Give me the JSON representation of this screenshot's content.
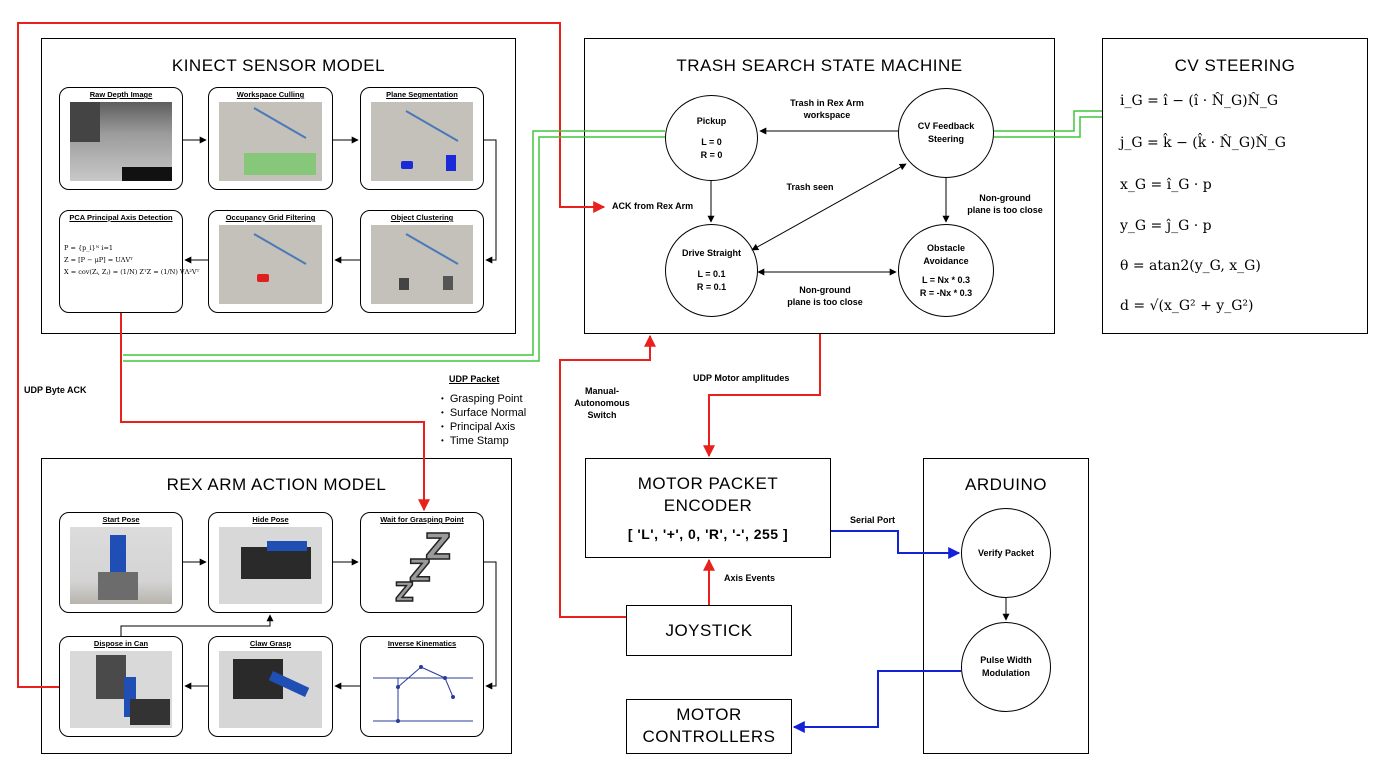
{
  "kinect": {
    "title": "KINECT SENSOR MODEL",
    "panels": [
      "Raw Depth Image",
      "Workspace Culling",
      "Plane Segmentation",
      "PCA Principal Axis Detection",
      "Occupancy Grid Filtering",
      "Object Clustering"
    ],
    "pca_equations": [
      "P = {p_i}ᴺ i=1",
      "Z = [P − μP] = UΛVᵀ",
      "X = cov(Zᵢ, Zⱼ) = (1/N) ZᵀZ = (1/N) VΛ²Vᵀ"
    ]
  },
  "state_machine": {
    "title": "TRASH SEARCH STATE MACHINE",
    "pickup": {
      "name": "Pickup",
      "l": "L = 0",
      "r": "R = 0"
    },
    "cv_feedback": {
      "line1": "CV Feedback",
      "line2": "Steering"
    },
    "drive": {
      "name": "Drive Straight",
      "l": "L = 0.1",
      "r": "R = 0.1"
    },
    "obstacle": {
      "line1": "Obstacle",
      "line2": "Avoidance",
      "l": "L =  Nx * 0.3",
      "r": "R = -Nx * 0.3"
    },
    "edge_trash_in_arm": [
      "Trash in Rex Arm",
      "workspace"
    ],
    "edge_trash_seen": "Trash seen",
    "edge_nonground_right": [
      "Non-ground",
      "plane is too close"
    ],
    "edge_nonground_bottom": [
      "Non-ground",
      "plane is too close"
    ],
    "ack_from_rex_arm": "ACK from Rex Arm"
  },
  "cv_steering": {
    "title": "CV STEERING",
    "equations": [
      "i_G = î − (î · N̂_G)N̂_G",
      "j_G = k̂ − (k̂ · N̂_G)N̂_G",
      "x_G = î_G · p",
      "y_G = ĵ_G · p",
      "θ = atan2(y_G, x_G)",
      "d = √(x_G² + y_G²)"
    ]
  },
  "udp_byte_ack": "UDP Byte ACK",
  "udp_packet": {
    "title": "UDP Packet",
    "items": [
      "Grasping Point",
      "Surface Normal",
      "Principal Axis",
      "Time Stamp"
    ]
  },
  "manual_switch": [
    "Manual-Autonomous",
    "Switch"
  ],
  "udp_motor": "UDP Motor amplitudes",
  "rex_arm": {
    "title": "REX ARM ACTION MODEL",
    "panels": [
      "Start Pose",
      "Hide Pose",
      "Wait for Grasping Point",
      "Dispose in Can",
      "Claw Grasp",
      "Inverse Kinematics"
    ]
  },
  "motor_encoder": {
    "line1": "MOTOR PACKET",
    "line2": "ENCODER",
    "packet": "[ 'L', '+', 0, 'R', '-', 255 ]"
  },
  "serial_port": "Serial Port",
  "axis_events": "Axis Events",
  "joystick": "JOYSTICK",
  "motor_controllers": {
    "line1": "MOTOR",
    "line2": "CONTROLLERS"
  },
  "arduino": {
    "title": "ARDUINO",
    "verify": "Verify Packet",
    "pwm_line1": "Pulse Width",
    "pwm_line2": "Modulation"
  },
  "colors": {
    "red": "#e8211d",
    "green": "#3fc63a",
    "blue": "#1321d9",
    "floor": "#bfbcb6",
    "tape": "#4a78b8"
  }
}
